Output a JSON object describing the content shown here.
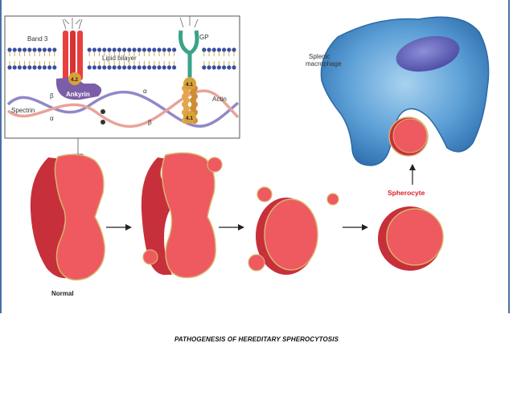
{
  "labels": {
    "band3": "Band 3",
    "gp": "GP",
    "lipid_bilayer": "Lipid bilayer",
    "ankyrin": "Ankyrin",
    "protein_42": "4.2",
    "protein_41a": "4.1",
    "protein_41b": "4.1",
    "actin": "Actin",
    "spectrin": "Spectrin",
    "beta_left": "β",
    "alpha_left": "α",
    "alpha_right": "α",
    "beta_right": "β",
    "splenic_macrophage_line1": "Splenic",
    "splenic_macrophage_line2": "macrophage",
    "spherocyte": "Spherocyte",
    "normal": "Normal"
  },
  "caption": "PATHOGENESIS OF HEREDITARY SPHEROCYTOSIS",
  "colors": {
    "cell_red": "#ee5a5f",
    "cell_side": "#c7303a",
    "macrophage_blue": "#4f93cc",
    "arrow_red": "#d8202a",
    "ankyrin_purple": "#7b5ea8",
    "gp_green": "#3aa38a"
  }
}
